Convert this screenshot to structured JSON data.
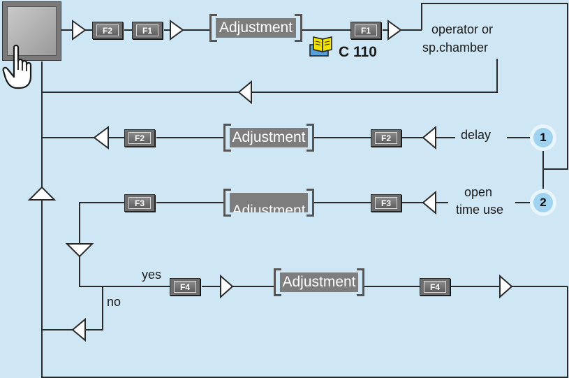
{
  "keys": {
    "f1": "F1",
    "f2": "F2",
    "f3": "F3",
    "f4": "F4"
  },
  "adjustment_label": "Adjustment",
  "reference_label": "C 110",
  "labels": {
    "operator_or": "operator or",
    "sp_chamber": "sp.chamber",
    "delay": "delay",
    "open": "open",
    "time_use": "time use",
    "yes": "yes",
    "no": "no"
  },
  "steps": {
    "step1": "1",
    "step2": "2"
  },
  "colors": {
    "background": "#cfe6f4",
    "key": "#6e6e6e",
    "step_circle": "#9fd3f0",
    "line": "#2a2a2a"
  },
  "icons": [
    "hand-pointer-icon",
    "book-icon"
  ]
}
